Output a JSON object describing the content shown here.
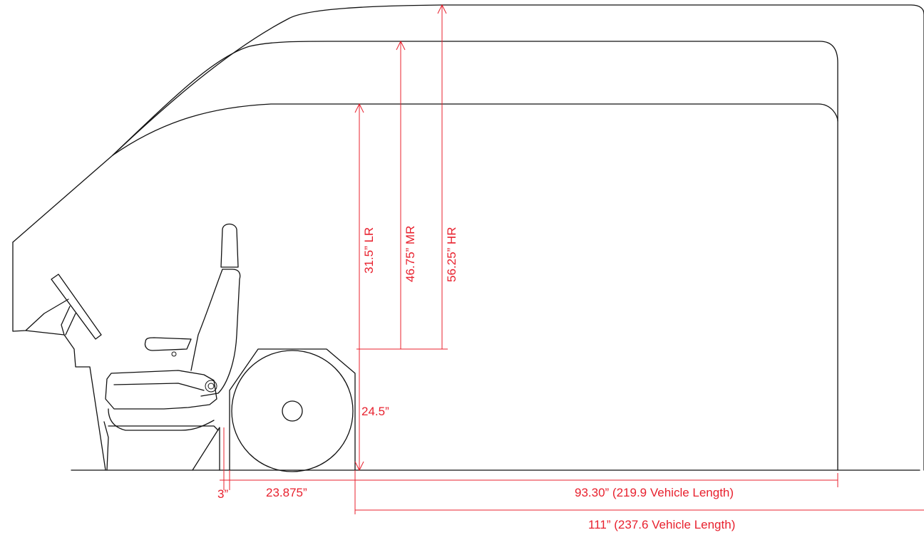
{
  "diagram": {
    "colors": {
      "outline": "#111111",
      "dimension": "#e8212e",
      "background": "#ffffff"
    },
    "labels": {
      "low_roof": "31.5” LR",
      "medium_roof": "46.75” MR",
      "high_roof": "56.25” HR",
      "floor_height": "24.5”",
      "gap": "3”",
      "wheel_well": "23.875”",
      "length_short": "93.30” (219.9 Vehicle Length)",
      "length_long": "111” (237.6 Vehicle Length)"
    }
  }
}
